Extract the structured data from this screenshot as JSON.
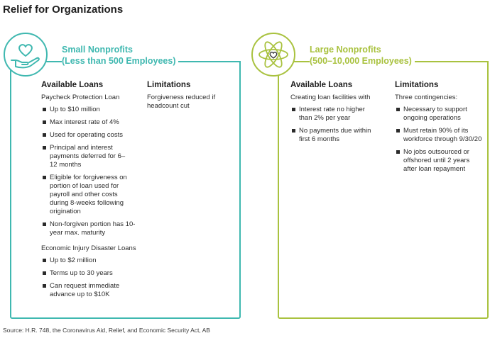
{
  "title": "Relief for Organizations",
  "colors": {
    "small": "#3fb8b0",
    "large": "#a9c23f"
  },
  "small": {
    "icon": "heart-hand-icon",
    "heading_line1": "Small Nonprofits",
    "heading_line2": "(Less than 500 Employees)",
    "loans_header": "Available Loans",
    "limits_header": "Limitations",
    "ppp_label": "Paycheck Protection Loan",
    "ppp_items": [
      "Up to $10 million",
      "Max interest rate of 4%",
      "Used for operating costs",
      "Principal and interest payments deferred for 6–12 months",
      "Eligible for forgiveness on portion of loan used for payroll and other costs during 8-weeks following origination",
      "Non-forgiven portion has 10-year max. maturity"
    ],
    "eidl_label": "Economic Injury Disaster Loans",
    "eidl_items": [
      "Up to $2 million",
      "Terms up to 30 years",
      "Can request immediate advance up to $10K"
    ],
    "limits_text": "Forgiveness reduced if headcount cut"
  },
  "large": {
    "icon": "atom-heart-icon",
    "heading_line1": "Large Nonprofits",
    "heading_line2": "(500–10,000 Employees)",
    "loans_header": "Available Loans",
    "limits_header": "Limitations",
    "loans_label": "Creating loan facilities with",
    "loans_items": [
      "Interest rate no higher than 2% per year",
      "No payments due within first 6 months"
    ],
    "limits_label": "Three contingencies:",
    "limits_items": [
      "Necessary to support ongoing operations",
      "Must retain 90% of its workforce through 9/30/20",
      "No jobs outsourced or offshored until 2 years after loan repayment"
    ]
  },
  "source": "Source: H.R. 748, the Coronavirus Aid, Relief, and Economic Security Act, AB"
}
